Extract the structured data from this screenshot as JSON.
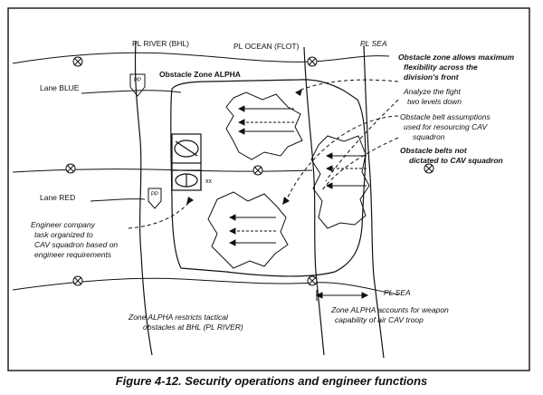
{
  "phase_lines": {
    "pl_river": "PL RIVER (BHL)",
    "pl_ocean": "PL OCEAN (FLOT)",
    "pl_sea_top": "PL SEA",
    "pl_sea_bottom": "PL SEA"
  },
  "lanes": {
    "blue": "Lane BLUE",
    "red": "Lane RED"
  },
  "zone_title": "Obstacle Zone ALPHA",
  "passage_point": "PP",
  "marker_xx": "xx",
  "notes_right": [
    "Obstacle zone allows maximum",
    "flexibility across the",
    "division's front",
    "Analyze the fight",
    "two levels down",
    "Obstacle belt assumptions",
    "used for resourcing CAV",
    "squadron",
    "Obstacle belts not",
    "dictated to CAV squadron"
  ],
  "notes_left": [
    "Engineer company",
    "task organized to",
    "CAV squadron based on",
    "engineer requirements"
  ],
  "notes_bottom_center": [
    "Zone ALPHA restricts tactical",
    "obstacles at BHL (PL RIVER)"
  ],
  "notes_bottom_right": [
    "Zone ALPHA accounts for weapon",
    "capability of air CAV troop"
  ],
  "caption": "Figure 4-12.  Security operations and engineer functions"
}
